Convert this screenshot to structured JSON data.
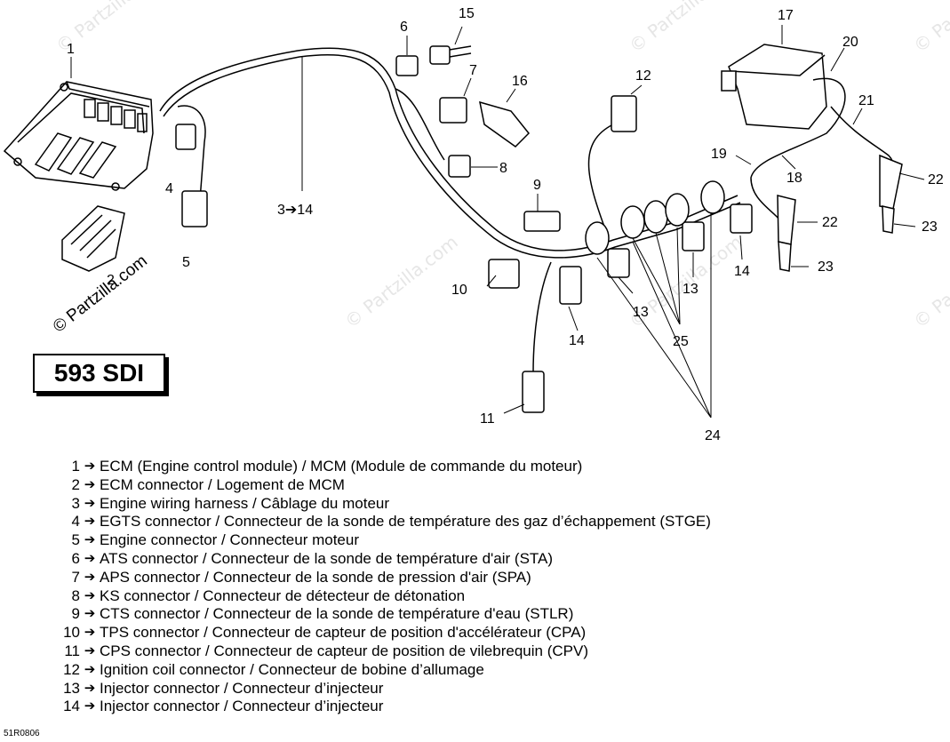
{
  "model_label": "593 SDI",
  "copyright_text": "© Partzilla.com",
  "watermark_text": "© Partzilla.com",
  "drawing_code": "51R0806",
  "callouts": [
    "1",
    "2",
    "3➔14",
    "4",
    "5",
    "6",
    "7",
    "8",
    "9",
    "10",
    "11",
    "12",
    "13",
    "13",
    "14",
    "14",
    "15",
    "16",
    "17",
    "18",
    "19",
    "20",
    "21",
    "22",
    "22",
    "23",
    "23",
    "24",
    "25"
  ],
  "legend": [
    {
      "num": "1",
      "arrow": "➔",
      "text": "ECM (Engine control module) / MCM (Module de commande du moteur)"
    },
    {
      "num": "2",
      "arrow": "➔",
      "text": "ECM connector / Logement de MCM"
    },
    {
      "num": "3",
      "arrow": "➔",
      "text": "Engine wiring harness / Câblage du moteur"
    },
    {
      "num": "4",
      "arrow": "➔",
      "text": "EGTS connector / Connecteur de la sonde de température des gaz d’échappement (STGE)"
    },
    {
      "num": "5",
      "arrow": "➔",
      "text": "Engine connector / Connecteur moteur"
    },
    {
      "num": "6",
      "arrow": "➔",
      "text": "ATS connector / Connecteur de la sonde de température d'air (STA)"
    },
    {
      "num": "7",
      "arrow": "➔",
      "text": "APS connector / Connecteur de la sonde de pression d'air (SPA)"
    },
    {
      "num": "8",
      "arrow": "➔",
      "text": "KS connector / Connecteur de détecteur de détonation"
    },
    {
      "num": "9",
      "arrow": "➔",
      "text": "CTS connector / Connecteur de la sonde de température d'eau (STLR)"
    },
    {
      "num": "10",
      "arrow": "➔",
      "text": "TPS connector / Connecteur de capteur de position d'accélérateur (CPA)"
    },
    {
      "num": "11",
      "arrow": "➔",
      "text": "CPS connector / Connecteur de capteur de position de vilebrequin (CPV)"
    },
    {
      "num": "12",
      "arrow": "➔",
      "text": "Ignition coil connector / Connecteur de bobine d’allumage"
    },
    {
      "num": "13",
      "arrow": "➔",
      "text": "Injector connector / Connecteur d’injecteur"
    },
    {
      "num": "14",
      "arrow": "➔",
      "text": "Injector connector / Connecteur d’injecteur"
    }
  ]
}
